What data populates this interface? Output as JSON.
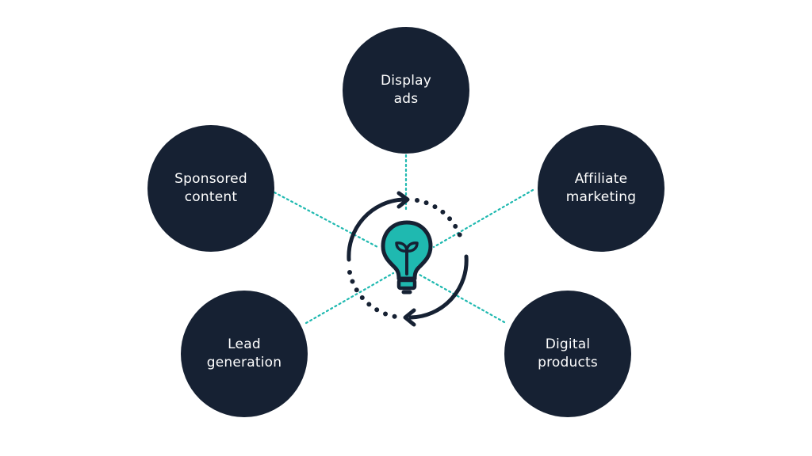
{
  "colors": {
    "node_fill": "#162133",
    "node_text": "#ffffff",
    "connector": "#1fb9b0",
    "bulb_fill": "#1fb9b0",
    "icon_stroke": "#162133"
  },
  "center": {
    "icon": "lightbulb-cycle-icon"
  },
  "nodes": {
    "display_ads": {
      "line1": "Display",
      "line2": "ads"
    },
    "sponsored_content": {
      "line1": "Sponsored",
      "line2": "content"
    },
    "affiliate_marketing": {
      "line1": "Affiliate",
      "line2": "marketing"
    },
    "lead_generation": {
      "line1": "Lead",
      "line2": "generation"
    },
    "digital_products": {
      "line1": "Digital",
      "line2": "products"
    }
  }
}
